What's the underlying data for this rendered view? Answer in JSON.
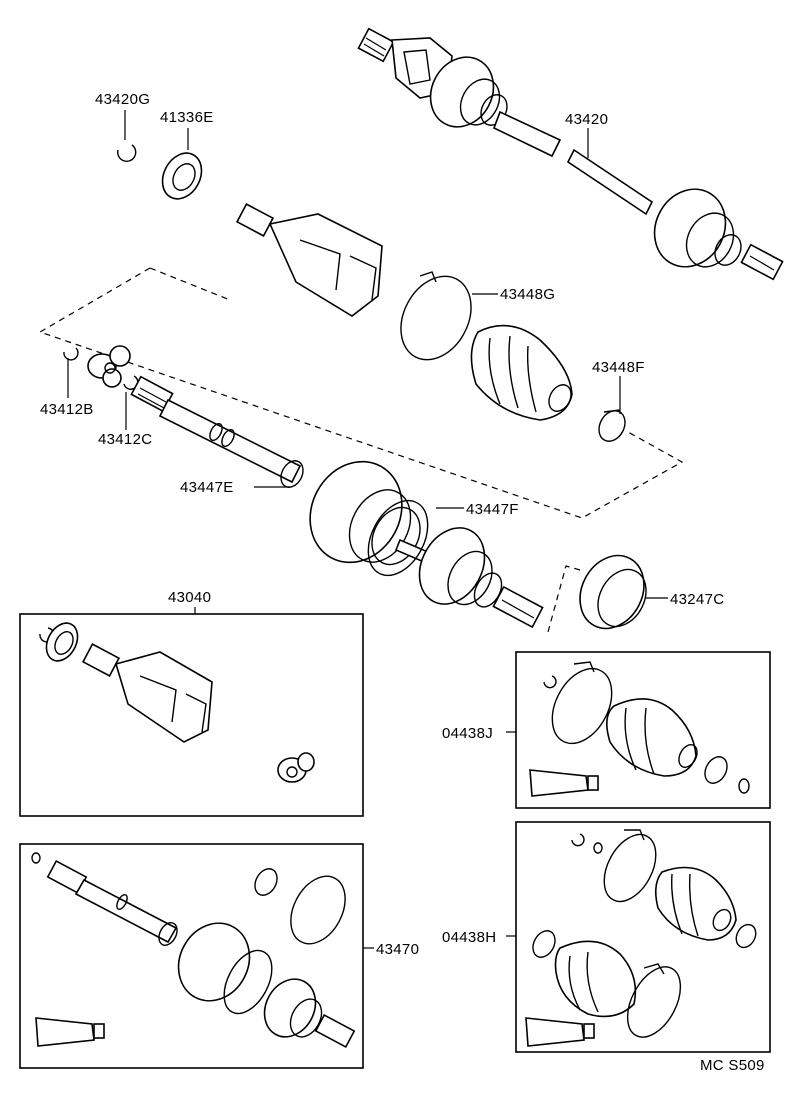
{
  "labels": {
    "p43420G": "43420G",
    "p41336E": "41336E",
    "p43420": "43420",
    "p43448G": "43448G",
    "p43448F": "43448F",
    "p43412B": "43412B",
    "p43412C": "43412C",
    "p43447E": "43447E",
    "p43447F": "43447F",
    "p43040": "43040",
    "p43247C": "43247C",
    "p04438J": "04438J",
    "p04438H": "04438H",
    "p43470": "43470"
  },
  "diagram_code": "MC S509"
}
